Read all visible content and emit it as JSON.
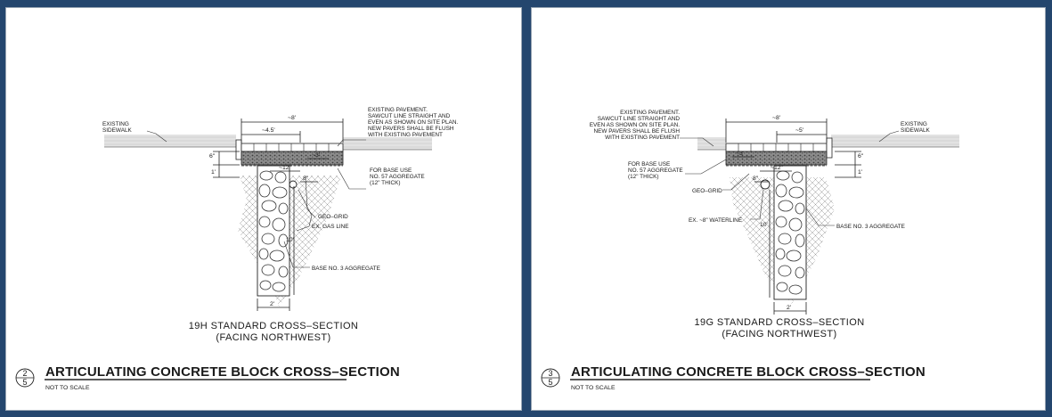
{
  "panels": [
    {
      "caption_line1": "19H STANDARD CROSS–SECTION",
      "caption_line2": "(FACING NORTHWEST)",
      "detail_number": "2",
      "sheet_number": "5",
      "title": "ARTICULATING CONCRETE BLOCK CROSS–SECTION",
      "scale": "NOT TO SCALE",
      "existing_sidewalk": [
        "EXISTING",
        "SIDEWALK"
      ],
      "pavement_note": [
        "EXISTING PAVEMENT.",
        "SAWCUT LINE STRAIGHT AND",
        "EVEN AS SHOWN ON SITE PLAN.",
        "NEW PAVERS SHALL BE FLUSH",
        "WITH EXISTING PAVEMENT"
      ],
      "base_note": [
        "FOR BASE USE",
        "NO. 57 AGGREGATE",
        "(12\" THICK)"
      ],
      "geo_grid": "GEO–GRID",
      "utility": "EX. GAS LINE",
      "base_aggregate": "BASE NO. 3 AGGREGATE",
      "dims": {
        "overall": "~8'",
        "inner": "~4.5'",
        "third": "~3'",
        "twelve": "~12\"",
        "six": "6\"",
        "one": "1'",
        "ten": "10'",
        "two": "2'",
        "eight": "8\""
      }
    },
    {
      "caption_line1": "19G STANDARD CROSS–SECTION",
      "caption_line2": "(FACING NORTHWEST)",
      "detail_number": "3",
      "sheet_number": "5",
      "title": "ARTICULATING CONCRETE BLOCK CROSS–SECTION",
      "scale": "NOT TO SCALE",
      "existing_sidewalk": [
        "EXISTING",
        "SIDEWALK"
      ],
      "pavement_note": [
        "EXISTING PAVEMENT.",
        "SAWCUT LINE STRAIGHT AND",
        "EVEN AS SHOWN ON SITE PLAN.",
        "NEW PAVERS SHALL BE FLUSH",
        "WITH EXISTING PAVEMENT"
      ],
      "base_note": [
        "FOR BASE USE",
        "NO. 57 AGGREGATE",
        "(12\" THICK)"
      ],
      "geo_grid": "GEO–GRID",
      "utility": "EX. ~8\" WATERLINE",
      "base_aggregate": "BASE NO. 3 AGGREGATE",
      "dims": {
        "overall": "~8'",
        "inner": "~5'",
        "third": "~3'",
        "twelve": "~12\"",
        "six": "6\"",
        "one": "1'",
        "ten": "10'",
        "two": "2'",
        "eight": "8\""
      }
    }
  ],
  "colors": {
    "frame": "#24466e",
    "sheet": "#ffffff",
    "ink": "#1a1a1a"
  }
}
